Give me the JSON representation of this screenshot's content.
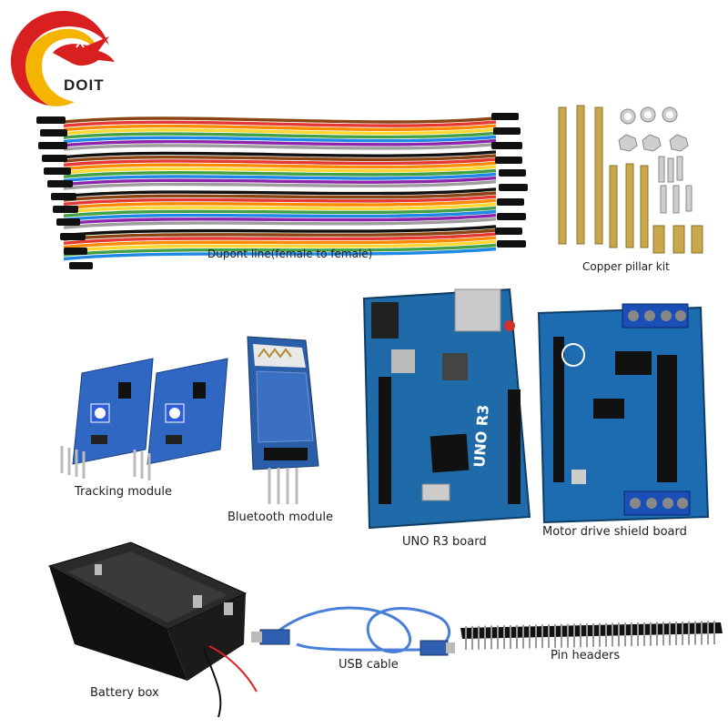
{
  "brand": {
    "name": "DOIT",
    "colors": {
      "red": "#d7201f",
      "yellow": "#f5b400"
    }
  },
  "items": [
    {
      "id": "dupont",
      "label": "Dupont line(female to female)"
    },
    {
      "id": "copper",
      "label": "Copper pillar kit"
    },
    {
      "id": "tracking",
      "label": "Tracking module"
    },
    {
      "id": "bluetooth",
      "label": "Bluetooth module"
    },
    {
      "id": "uno",
      "label": "UNO R3 board",
      "board_text": "UNO R3"
    },
    {
      "id": "motor",
      "label": "Motor drive shield board"
    },
    {
      "id": "battery",
      "label": "Battery box"
    },
    {
      "id": "usb",
      "label": "USB cable"
    },
    {
      "id": "pins",
      "label": "Pin headers"
    }
  ]
}
